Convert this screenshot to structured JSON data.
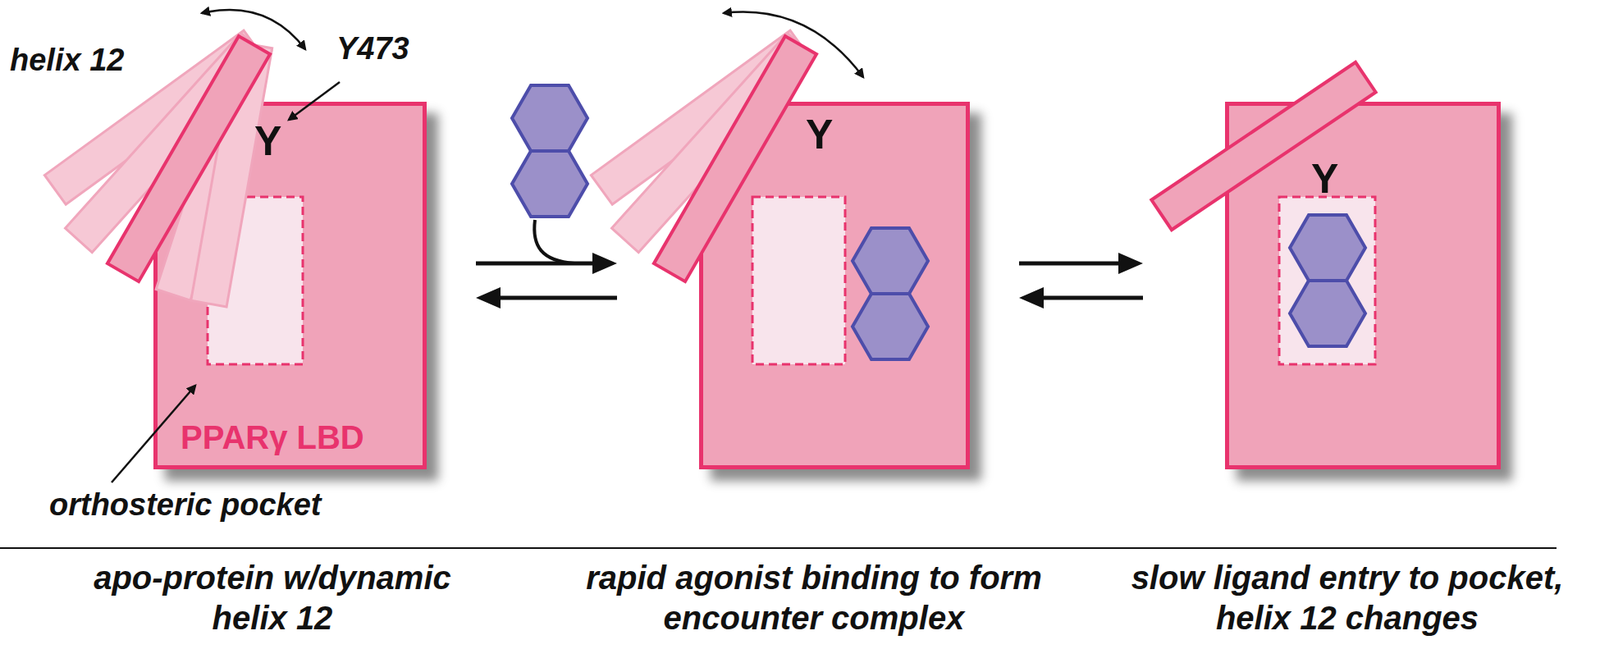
{
  "diagram": {
    "nodes": [
      {
        "text": [
          "Y",
          "PPARγ LBD"
        ]
      },
      {
        "text": [
          "Y"
        ]
      },
      {
        "text": [
          "Y"
        ]
      }
    ],
    "edges": [
      {
        "from": 0,
        "to": 1,
        "arrow": "to"
      },
      {
        "from": 1,
        "to": 0,
        "arrow": "to"
      },
      {
        "from": 1,
        "to": 2,
        "arrow": "to"
      },
      {
        "from": 2,
        "to": 1,
        "arrow": "to"
      }
    ],
    "labels": [
      "helix 12",
      "Y473",
      "orthosteric pocket",
      "apo-protein w/dynamic helix 12",
      "rapid agonist binding to form encounter complex",
      "slow ligand entry to pocket, helix 12 changes"
    ]
  }
}
